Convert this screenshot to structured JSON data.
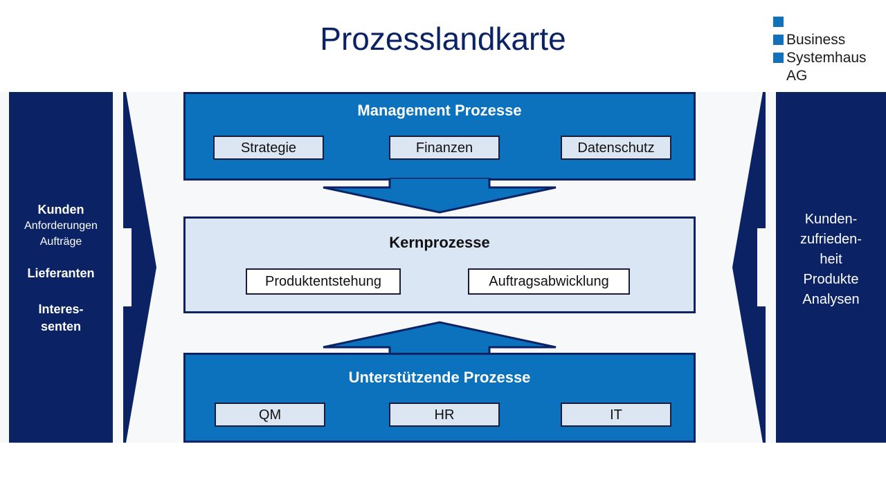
{
  "page": {
    "title": "Prozesslandkarte",
    "background": "#ffffff",
    "stage_background": "#f7f8f9"
  },
  "colors": {
    "navy": "#0b2265",
    "blue": "#0d72bd",
    "light_blue": "#dbe6f4",
    "subbox_light": "#dce6f3",
    "subbox_white": "#ffffff",
    "text_dark": "#111111",
    "text_white": "#ffffff"
  },
  "logo": {
    "square_color": "#1271b8",
    "line1": "Business",
    "line2": "Systemhaus",
    "line3": "AG"
  },
  "left_panel": {
    "kunden": "Kunden",
    "kunden_sub_line1": "Anforderungen",
    "kunden_sub_line2": "Aufträge",
    "lieferanten": "Lieferanten",
    "interessenten_line1": "Interes-",
    "interessenten_line2": "senten"
  },
  "right_panel": {
    "line1": "Kunden-",
    "line2": "zufrieden-",
    "line3": "heit",
    "line4": "Produkte",
    "line5": "Analysen"
  },
  "bands": {
    "management": {
      "title": "Management Prozesse",
      "items": [
        {
          "label": "Strategie"
        },
        {
          "label": "Finanzen"
        },
        {
          "label": "Datenschutz"
        }
      ]
    },
    "core": {
      "title": "Kernprozesse",
      "items": [
        {
          "label": "Produktentstehung"
        },
        {
          "label": "Auftragsabwicklung"
        }
      ]
    },
    "support": {
      "title": "Unterstützende Prozesse",
      "items": [
        {
          "label": "QM"
        },
        {
          "label": "HR"
        },
        {
          "label": "IT"
        }
      ]
    }
  },
  "arrows": {
    "down_arrow": "arrow-down-management-to-core",
    "up_arrow": "arrow-up-support-to-core",
    "left_chevron": "chevron-right-input",
    "right_chevron": "chevron-right-output"
  }
}
